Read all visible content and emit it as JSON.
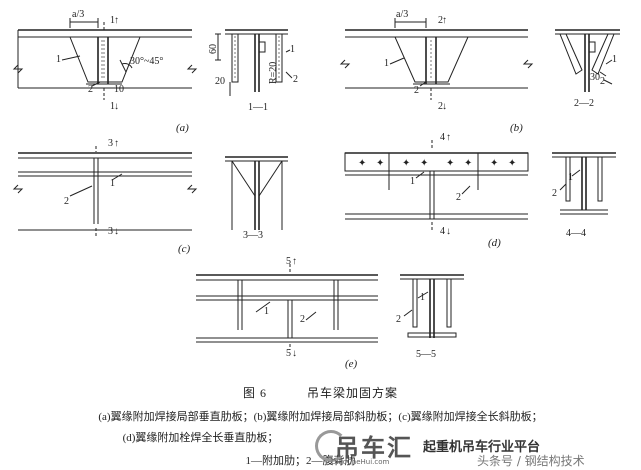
{
  "labels": {
    "a3": "a/3",
    "one": "1",
    "two": "2",
    "angle": "30°~45°",
    "ten": "10",
    "sixty": "60",
    "twenty": "20",
    "radius": "R=20",
    "thirty": "30",
    "sec11": "1—1",
    "sec22": "2—2",
    "sec33": "3—3",
    "sec44": "4—4",
    "sec55": "5—5",
    "cut1": "1",
    "cut2": "2",
    "cut3": "3",
    "cut4": "4",
    "cut5": "5",
    "cap_a": "(a)",
    "cap_b": "(b)",
    "cap_c": "(c)",
    "cap_d": "(d)",
    "cap_e": "(e)"
  },
  "figure": {
    "number": "图 6",
    "title": "吊车梁加固方案"
  },
  "notes": {
    "line1": "(a)翼缘附加焊接局部垂直肋板；(b)翼缘附加焊接局部斜肋板；(c)翼缘附加焊接全长斜肋板；",
    "line2": "(d)翼缘附加栓焊全长垂直肋板；",
    "line3": "1—附加肋；2—腹背肋"
  },
  "watermark": {
    "logo": "吊车汇",
    "site": "DiaoCheHui.com",
    "slogan": "起重机吊车行业平台",
    "credit": "头条号 / 钢结构技术"
  }
}
